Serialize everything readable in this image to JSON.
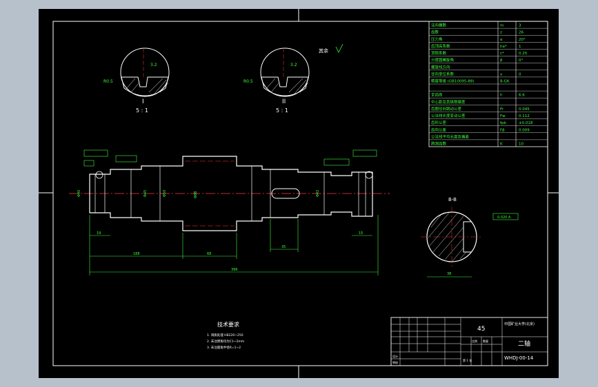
{
  "drawing": {
    "title_block": {
      "material": "45",
      "part_name": "二轴",
      "drawing_no": "WHDJ-00-14",
      "school": "中国矿业大学(北京)",
      "scale_label": "比例",
      "quantity_label": "数量",
      "sheet_label": "第 1 张",
      "designer_label": "设计",
      "checker_label": "审核"
    },
    "notes": {
      "title": "技术要求",
      "items": [
        "1. 调质处理 HB220~250",
        "2. 未注倒角均为C1~2mm",
        "3. 未注圆角半径R=1~2"
      ]
    },
    "param_table": [
      {
        "name": "法向模数",
        "sym": "m",
        "val": "3"
      },
      {
        "name": "齿数",
        "sym": "z",
        "val": "26"
      },
      {
        "name": "压力角",
        "sym": "α",
        "val": "20°"
      },
      {
        "name": "齿顶高系数",
        "sym": "ha*",
        "val": "1"
      },
      {
        "name": "顶隙系数",
        "sym": "c*",
        "val": "0.25"
      },
      {
        "name": "分度圆螺旋角",
        "sym": "β",
        "val": "0°"
      },
      {
        "name": "螺旋线方向",
        "sym": "",
        "val": ""
      },
      {
        "name": "径向变位系数",
        "sym": "x",
        "val": "0"
      },
      {
        "name": "精度等级 (GB10095-88)",
        "sym": "8-GK",
        "val": ""
      },
      {
        "name": "",
        "sym": "",
        "val": ""
      },
      {
        "name": "全齿高",
        "sym": "h",
        "val": "6.6"
      },
      {
        "name": "中心距及其极限偏差",
        "sym": "",
        "val": ""
      },
      {
        "name": "齿圈径向跳动公差",
        "sym": "Fr",
        "val": "0.045"
      },
      {
        "name": "公法线长度变动公差",
        "sym": "Fw",
        "val": "0.112"
      },
      {
        "name": "齿形公差",
        "sym": "fpb",
        "val": "±0.018"
      },
      {
        "name": "齿向公差",
        "sym": "Fβ",
        "val": "0.009"
      },
      {
        "name": "公法线平均长度及偏差",
        "sym": "",
        "val": ""
      },
      {
        "name": "跨测齿数",
        "sym": "K",
        "val": "10"
      }
    ],
    "detail_views": [
      {
        "label": "I",
        "scale": "5 : 1"
      },
      {
        "label": "II",
        "scale": "5 : 1"
      }
    ],
    "section_view": {
      "label": "B-B"
    },
    "roughness_note": "其余",
    "dims": {
      "overall_length": "396",
      "seg_left": "188",
      "seg_gear": "68",
      "seg_right": "35",
      "seg_a": "19",
      "seg_b": "15",
      "d1": "Φ40",
      "d2": "Φ45",
      "d3": "Φ50",
      "d4": "Φ88",
      "d5": "Φ42",
      "section_dim": "38",
      "tol_box": "0.020 A"
    }
  }
}
